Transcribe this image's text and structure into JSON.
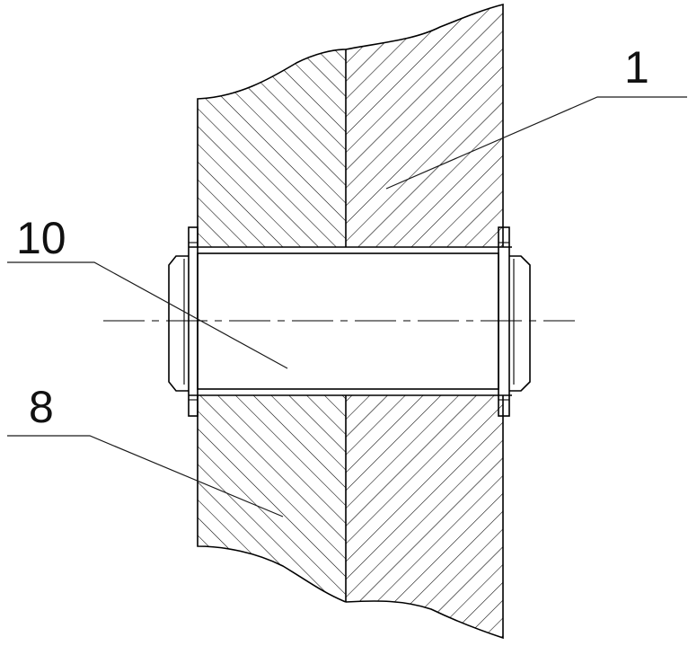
{
  "callouts": [
    {
      "id": "1",
      "text": "1"
    },
    {
      "id": "10",
      "text": "10"
    },
    {
      "id": "8",
      "text": "8"
    }
  ],
  "colors": {
    "line": "#000000",
    "background": "#ffffff"
  }
}
